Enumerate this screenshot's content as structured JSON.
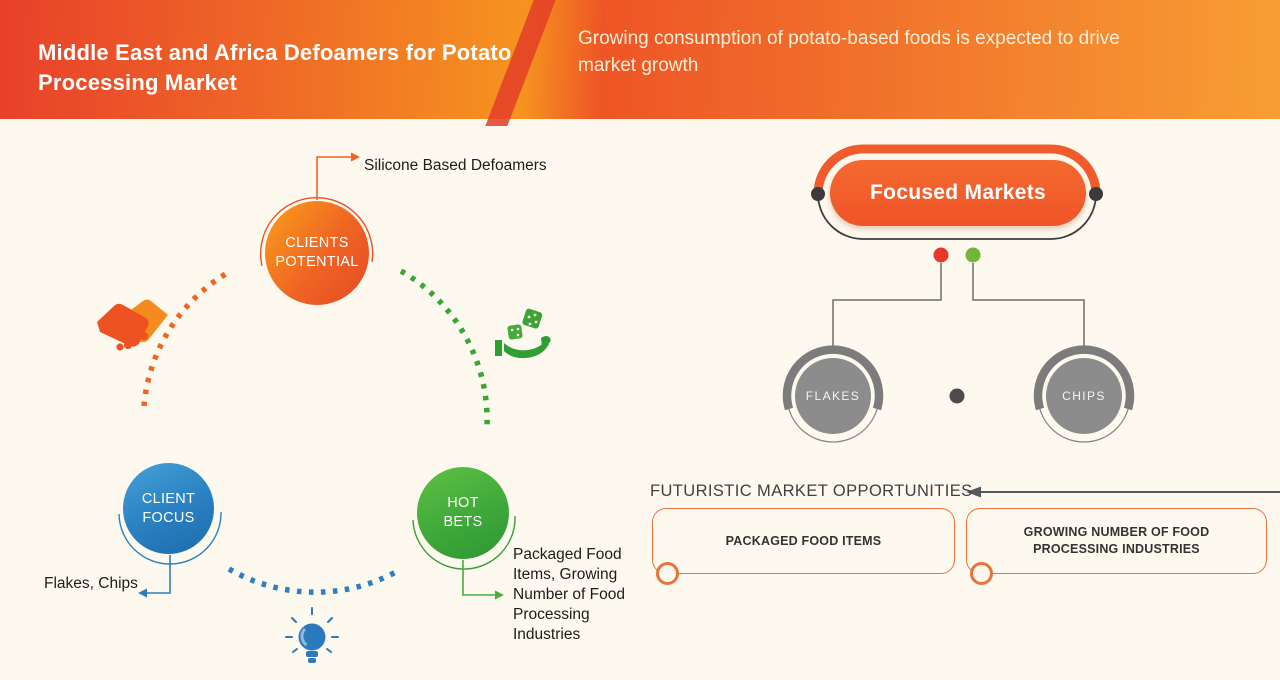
{
  "header": {
    "title": "Middle East and Africa  Defoamers for Potato Processing Market",
    "subtitle": "Growing consumption of potato-based foods is expected to drive market growth"
  },
  "strategy_wheel": {
    "nodes": [
      {
        "label": "CLIENTS POTENTIAL",
        "annotation": "Silicone Based Defoamers"
      },
      {
        "label": "CLIENT FOCUS",
        "annotation": "Flakes, Chips"
      },
      {
        "label": "HOT BETS",
        "annotation": "Packaged Food Items, Growing Number of Food Processing Industries"
      }
    ],
    "icons": [
      "handshake-icon",
      "dice-hand-icon",
      "lightbulb-icon"
    ]
  },
  "focused_markets": {
    "title": "Focused Markets",
    "markets": [
      {
        "label": "FLAKES"
      },
      {
        "label": "CHIPS"
      }
    ]
  },
  "opportunities": {
    "heading": "FUTURISTIC MARKET OPPORTUNITIES",
    "items": [
      {
        "label": "PACKAGED FOOD ITEMS"
      },
      {
        "label": "GROWING NUMBER OF FOOD PROCESSING INDUSTRIES"
      }
    ]
  },
  "colors": {
    "accent_orange": "#f15b2b",
    "node_orange": "#ee5a24",
    "node_blue": "#2b7fc0",
    "node_green": "#3fa93a",
    "gray_node": "#8c8c8c",
    "red_dot": "#e6392c",
    "green_dot": "#72b637",
    "background": "#fdf9ee"
  }
}
